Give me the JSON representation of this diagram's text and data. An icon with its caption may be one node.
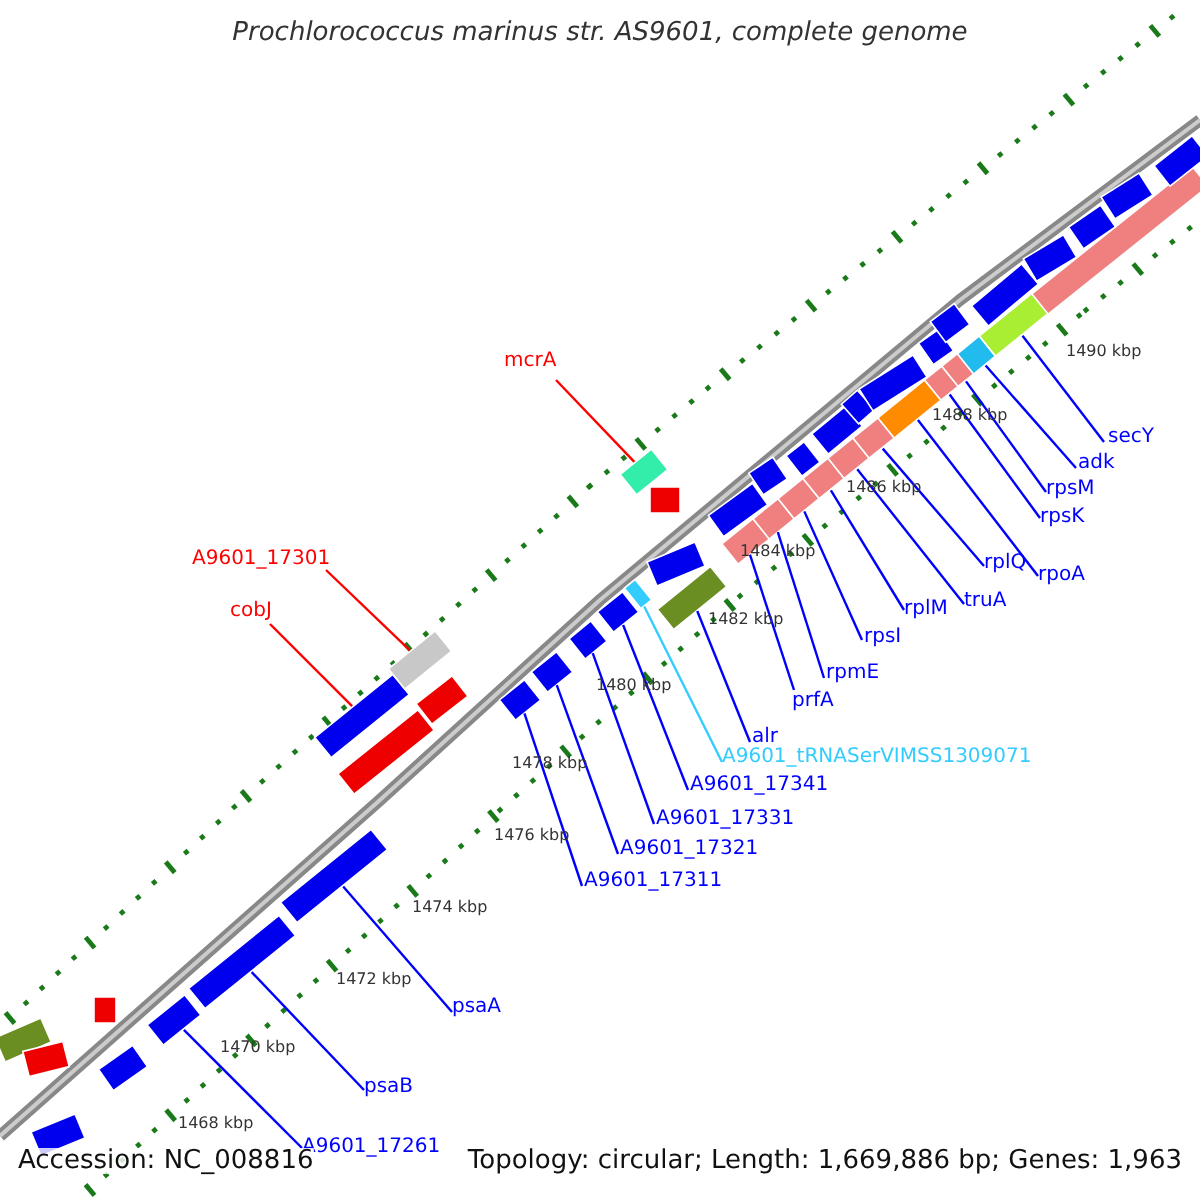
{
  "diagram": {
    "title": "Prochlorococcus marinus str. AS9601, complete genome",
    "nodes": [
      {
        "text": [
          "mcrA"
        ]
      },
      {
        "text": [
          "A9601_17301"
        ]
      },
      {
        "text": [
          "cobJ"
        ]
      },
      {
        "text": [
          "secY"
        ]
      },
      {
        "text": [
          "adk"
        ]
      },
      {
        "text": [
          "rpsM"
        ]
      },
      {
        "text": [
          "rpsK"
        ]
      },
      {
        "text": [
          "rplQ"
        ]
      },
      {
        "text": [
          "rpoA"
        ]
      },
      {
        "text": [
          "truA"
        ]
      },
      {
        "text": [
          "rplM"
        ]
      },
      {
        "text": [
          "rpsI"
        ]
      },
      {
        "text": [
          "rpmE"
        ]
      },
      {
        "text": [
          "prfA"
        ]
      },
      {
        "text": [
          "alr"
        ]
      },
      {
        "text": [
          "A9601_tRNASerVIMSS1309071"
        ]
      },
      {
        "text": [
          "A9601_17341"
        ]
      },
      {
        "text": [
          "A9601_17331"
        ]
      },
      {
        "text": [
          "A9601_17321"
        ]
      },
      {
        "text": [
          "A9601_17311"
        ]
      },
      {
        "text": [
          "psaA"
        ]
      },
      {
        "text": [
          "psaB"
        ]
      },
      {
        "text": [
          "A9601_17261"
        ]
      },
      {
        "text": [],
        "shape": "bar"
      },
      {
        "text": [],
        "shape": "bar"
      },
      {
        "text": [],
        "shape": "bar"
      },
      {
        "text": [],
        "shape": "bar"
      },
      {
        "text": [],
        "shape": "bar"
      },
      {
        "text": [],
        "shape": "bar"
      },
      {
        "text": [],
        "shape": "bar"
      },
      {
        "text": [],
        "shape": "bar"
      },
      {
        "text": [],
        "shape": "bar"
      },
      {
        "text": [],
        "shape": "bar"
      },
      {
        "text": [],
        "shape": "bar"
      },
      {
        "text": [],
        "shape": "bar"
      },
      {
        "text": [],
        "shape": "bar"
      },
      {
        "text": [],
        "shape": "bar"
      },
      {
        "text": [],
        "shape": "bar"
      },
      {
        "text": [],
        "shape": "bar"
      },
      {
        "text": [],
        "shape": "bar"
      },
      {
        "text": [],
        "shape": "bar"
      },
      {
        "text": [],
        "shape": "bar"
      },
      {
        "text": [],
        "shape": "bar"
      },
      {
        "text": [],
        "shape": "bar"
      },
      {
        "text": [],
        "shape": "bar"
      },
      {
        "text": [],
        "shape": "bar"
      },
      {
        "text": [],
        "shape": "bar"
      },
      {
        "text": [],
        "shape": "bar"
      },
      {
        "text": [],
        "shape": "bar"
      },
      {
        "text": [],
        "shape": "bar"
      },
      {
        "text": [],
        "shape": "bar"
      },
      {
        "text": [],
        "shape": "bar"
      },
      {
        "text": [],
        "shape": "bar"
      },
      {
        "text": [],
        "shape": "bar"
      },
      {
        "text": [],
        "shape": "bar"
      },
      {
        "text": [],
        "shape": "bar"
      },
      {
        "text": [],
        "shape": "bar"
      },
      {
        "text": [],
        "shape": "bar"
      },
      {
        "text": [],
        "shape": "bar"
      },
      {
        "text": [],
        "shape": "bar"
      },
      {
        "text": [],
        "shape": "bar"
      },
      {
        "text": [],
        "shape": "bar"
      },
      {
        "text": [],
        "shape": "bar"
      },
      {
        "text": [],
        "shape": "bar"
      },
      {
        "text": [],
        "shape": "bar"
      },
      {
        "text": [],
        "shape": "bar"
      },
      {
        "text": [],
        "shape": "bar"
      },
      {
        "text": [],
        "shape": "bar"
      },
      {
        "text": [],
        "shape": "bar"
      }
    ],
    "edges": [
      {
        "from": 0,
        "to": 33,
        "arrow": "none",
        "color": "#ff0000"
      },
      {
        "from": 1,
        "to": 27,
        "arrow": "none",
        "color": "#ff0000"
      },
      {
        "from": 2,
        "to": 26,
        "arrow": "none",
        "color": "#ff0000"
      },
      {
        "from": 3,
        "to": 45,
        "arrow": "none"
      },
      {
        "from": 4,
        "to": 44,
        "arrow": "none"
      },
      {
        "from": 5,
        "to": 43,
        "arrow": "none"
      },
      {
        "from": 6,
        "to": 42,
        "arrow": "none"
      },
      {
        "from": 7,
        "to": 40,
        "arrow": "none"
      },
      {
        "from": 8,
        "to": 41,
        "arrow": "none"
      },
      {
        "from": 9,
        "to": 39,
        "arrow": "none"
      },
      {
        "from": 10,
        "to": 38,
        "arrow": "none"
      },
      {
        "from": 11,
        "to": 37,
        "arrow": "none"
      },
      {
        "from": 12,
        "to": 36,
        "arrow": "none"
      },
      {
        "from": 13,
        "to": 35,
        "arrow": "none"
      },
      {
        "from": 14,
        "to": 34,
        "arrow": "none"
      },
      {
        "from": 15,
        "to": 32,
        "arrow": "none",
        "color": "#33ccff"
      },
      {
        "from": 16,
        "to": 31,
        "arrow": "none"
      },
      {
        "from": 17,
        "to": 30,
        "arrow": "none"
      },
      {
        "from": 18,
        "to": 29,
        "arrow": "none"
      },
      {
        "from": 19,
        "to": 28,
        "arrow": "none"
      },
      {
        "from": 20,
        "to": 25,
        "arrow": "none"
      },
      {
        "from": 21,
        "to": 24,
        "arrow": "none"
      },
      {
        "from": 22,
        "to": 23,
        "arrow": "none"
      }
    ],
    "labels": [
      "1490 kbp",
      "1488 kbp",
      "1486 kbp",
      "1484 kbp",
      "1482 kbp",
      "1480 kbp",
      "1478 kbp",
      "1476 kbp",
      "1474 kbp",
      "1472 kbp",
      "1470 kbp",
      "1468 kbp",
      "Accession: NC_008816",
      "Topology: circular; Length: 1,669,886 bp; Genes: 1,963"
    ]
  }
}
